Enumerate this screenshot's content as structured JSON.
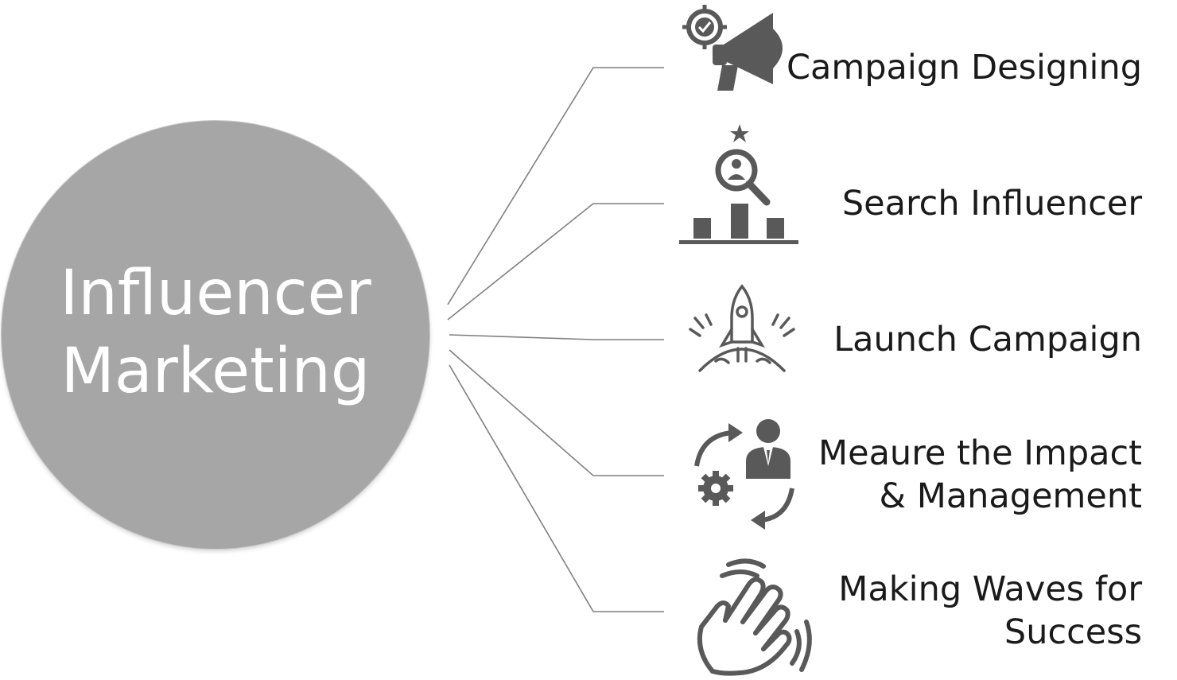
{
  "hub": {
    "title": [
      "Influencer",
      "Marketing"
    ]
  },
  "items": [
    {
      "label_lines": [
        "Campaign Designing"
      ],
      "icon": "megaphone-target-icon"
    },
    {
      "label_lines": [
        "Search Influencer"
      ],
      "icon": "influencer-search-icon"
    },
    {
      "label_lines": [
        "Launch Campaign"
      ],
      "icon": "rocket-launch-icon"
    },
    {
      "label_lines": [
        "Meaure the Impact",
        "& Management"
      ],
      "icon": "impact-management-icon"
    },
    {
      "label_lines": [
        "Making Waves for",
        "Success"
      ],
      "icon": "waving-hand-icon"
    }
  ],
  "colors": {
    "hub_fill": "#a6a6a6",
    "hub_text": "#ffffff",
    "icon": "#595959",
    "connector": "#808080",
    "label_text": "#1a1a1a"
  }
}
